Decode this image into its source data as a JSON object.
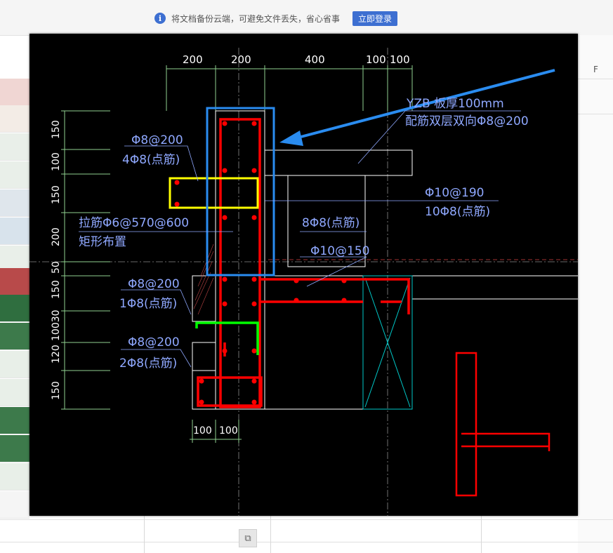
{
  "notice_bar": {
    "info_icon": "info-icon",
    "message": "将文档备份云端，可避免文件丢失，省心省事",
    "login_button": "立即登录"
  },
  "sheet": {
    "column_letter": "F",
    "row_colors": [
      "#f0d6d3",
      "#e9efe9",
      "#dfe6ec",
      "#d8e3ec",
      "#b84a4a",
      "#2f6e3f",
      "#3d7a4b",
      "#3d7a4b",
      "#e8efe8",
      "#3d7a4b",
      "#3d7a4b"
    ],
    "copy_icon": "copy-icon"
  },
  "drawing": {
    "top_dimensions": [
      "200",
      "200",
      "400",
      "100",
      "100"
    ],
    "left_dimensions": [
      "150",
      "100",
      "150",
      "200",
      "50",
      "150",
      "10030",
      "120",
      "150"
    ],
    "bottom_dimensions": [
      "100",
      "100"
    ],
    "label_yzb_1": "YZB 板厚100mm",
    "label_yzb_2": "配筋双层双向Φ8@200",
    "label_top_left_1": "Φ8@200",
    "label_top_left_2": "4Φ8(点筋)",
    "label_right_1": "Φ10@190",
    "label_right_2": "10Φ8(点筋)",
    "label_tie_1": "拉筋Φ6@570@600",
    "label_tie_2": "矩形布置",
    "label_mid_1": "8Φ8(点筋)",
    "label_mid_2": "Φ10@150",
    "label_left2_1": "Φ8@200",
    "label_left2_2": "1Φ8(点筋)",
    "label_left3_1": "Φ8@200",
    "label_left3_2": "2Φ8(点筋)",
    "colors": {
      "rebar": "#ff0000",
      "highlight_box": "#2a8cf0",
      "yellow_box": "#ffff00",
      "green_rebar": "#00ff00",
      "dimension": "#8fd18f",
      "annotation": "#8fa8ff",
      "outline": "#ffffff",
      "cyan": "#00c8c8"
    }
  }
}
